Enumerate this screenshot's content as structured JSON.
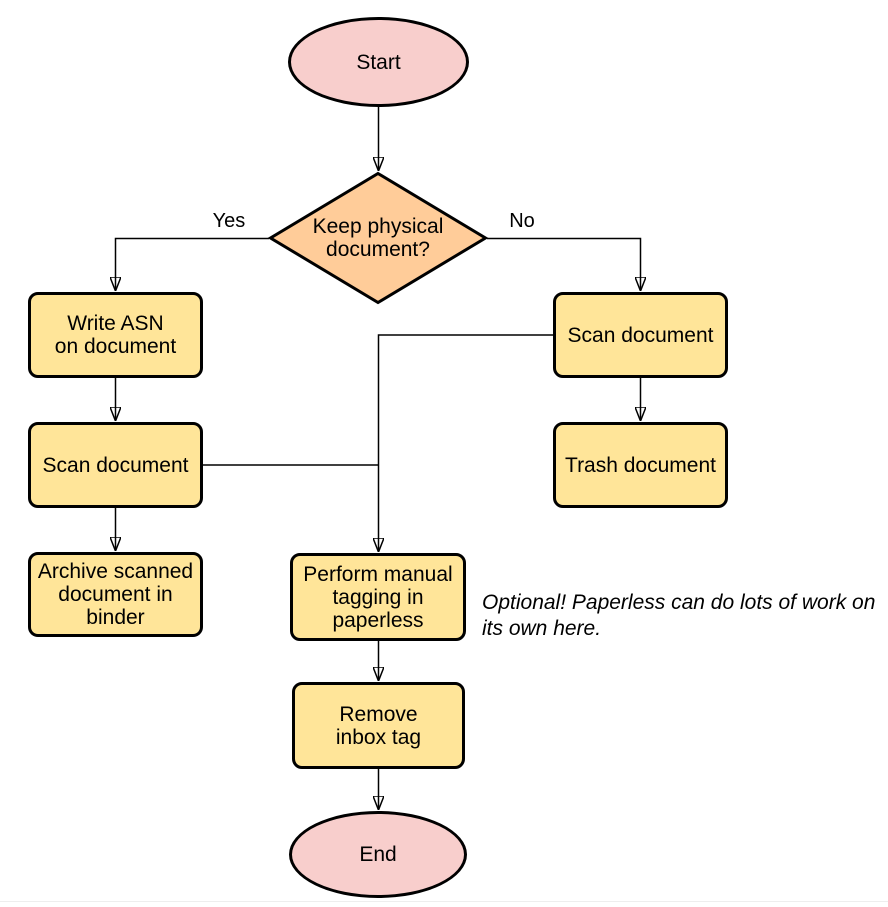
{
  "nodes": {
    "start": {
      "label": "Start"
    },
    "decision": {
      "label": "Keep physical\ndocument?"
    },
    "write_asn": {
      "label": "Write ASN\non document"
    },
    "scan_left": {
      "label": "Scan document"
    },
    "archive": {
      "label": "Archive scanned\ndocument in\nbinder"
    },
    "scan_right": {
      "label": "Scan document"
    },
    "trash": {
      "label": "Trash document"
    },
    "perform_tagging": {
      "label": "Perform manual\ntagging in\npaperless"
    },
    "remove_inbox_tag": {
      "label": "Remove\ninbox tag"
    },
    "end": {
      "label": "End"
    }
  },
  "edge_labels": {
    "yes": "Yes",
    "no": "No"
  },
  "note": {
    "text": "Optional! Paperless can do lots of work on\nits own here."
  },
  "colors": {
    "background": "#FFFFFF",
    "terminal_fill": "#F8CECC",
    "decision_fill": "#FFCC99",
    "process_fill": "#FFE599",
    "shape_border": "#000000",
    "connector": "#000000",
    "bottom_divider": "#EEEEEE"
  }
}
